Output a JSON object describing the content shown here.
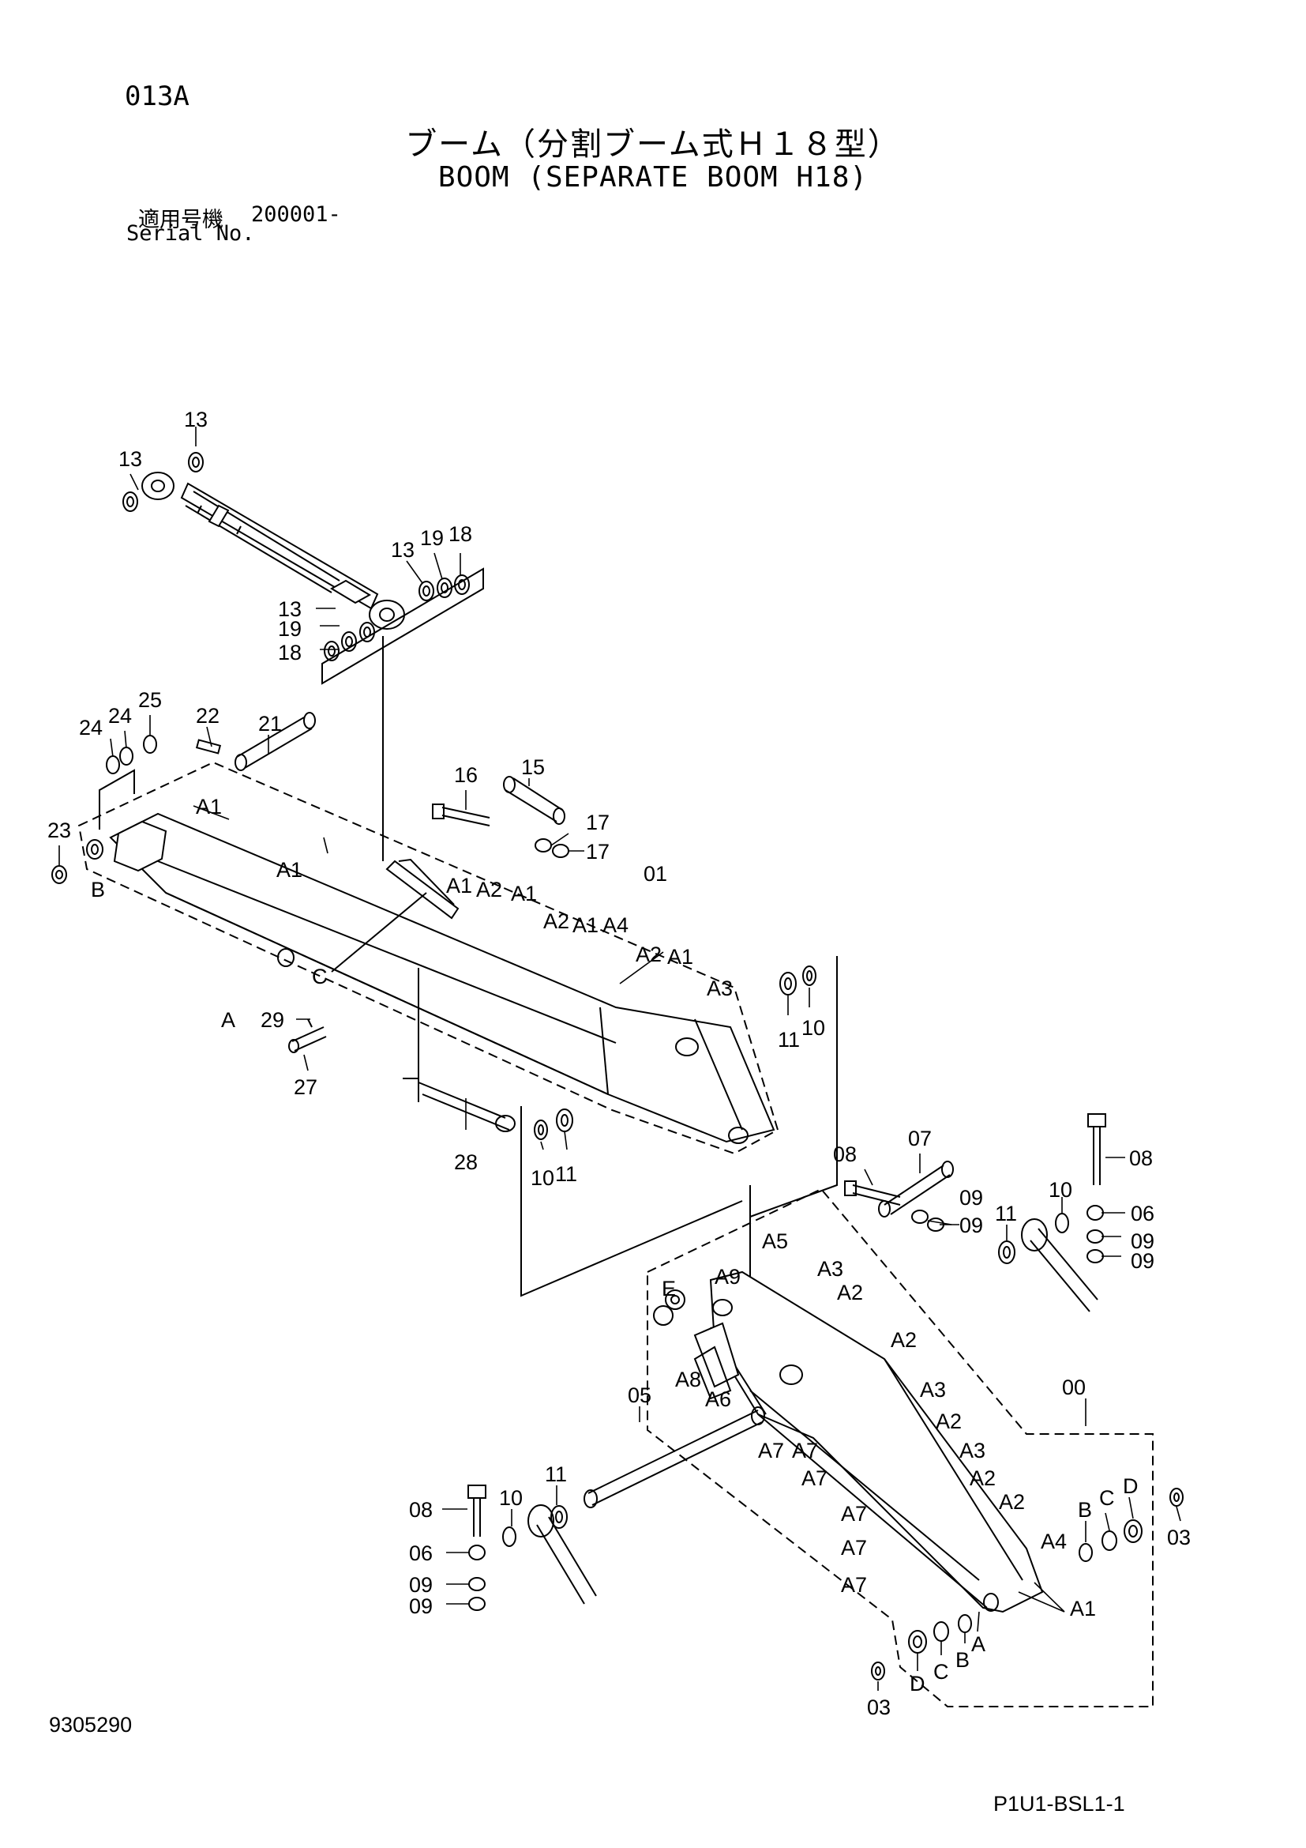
{
  "header": {
    "page_code": "013A",
    "title_jp": "ブーム（分割ブーム式Ｈ１８型）",
    "title_en": "BOOM (SEPARATE BOOM H18)",
    "serial_label_jp": "適用号機",
    "serial_label_en": "Serial No.",
    "serial_value": "200001-"
  },
  "footer": {
    "document_number": "9305290",
    "sheet_reference": "P1U1-BSL1-1"
  },
  "callouts": {
    "n13a": "13",
    "n13b": "13",
    "n13c": "13",
    "n13d": "13",
    "n19a": "19",
    "n18a": "18",
    "n19b": "19",
    "n18b": "18",
    "n21": "21",
    "n22": "22",
    "n24a": "24",
    "n24b": "24",
    "n25": "25",
    "n23": "23",
    "n16": "16",
    "n15": "15",
    "n17a": "17",
    "n17b": "17",
    "n01": "01",
    "n29": "29",
    "n27": "27",
    "n28": "28",
    "n11a": "11",
    "n10a": "10",
    "n10b": "10",
    "n11b": "11",
    "n08a": "08",
    "n07": "07",
    "n08b": "08",
    "n09a": "09",
    "n09b": "09",
    "n10c": "10",
    "n06a": "06",
    "n11c": "11",
    "n09c": "09",
    "n09d": "09",
    "n05": "05",
    "n11d": "11",
    "n10d": "10",
    "n08c": "08",
    "n06b": "06",
    "n09e": "09",
    "n09f": "09",
    "n00": "00",
    "n03a": "03",
    "n03b": "03"
  },
  "letters": {
    "A_1": "A",
    "B_1": "B",
    "C_1": "C",
    "A1_1": "A1",
    "A1_2": "A1",
    "A1_3": "A1",
    "A2_1": "A2",
    "A1_4": "A1",
    "A2_2": "A2",
    "A1_5": "A1",
    "A4_1": "A4",
    "A2_3": "A2",
    "A1_6": "A1",
    "A3_1": "A3",
    "E_1": "E",
    "A9_1": "A9",
    "A5_1": "A5",
    "A3_2": "A3",
    "A2_4": "A2",
    "A8_1": "A8",
    "A6_1": "A6",
    "A2_5": "A2",
    "A3_3": "A3",
    "A2_6": "A2",
    "A7_1": "A7",
    "A7_2": "A7",
    "A7_3": "A7",
    "A3_4": "A3",
    "A2_7": "A2",
    "A7_4": "A7",
    "A2_8": "A2",
    "A7_5": "A7",
    "A4_2": "A4",
    "A7_6": "A7",
    "A1_7": "A1",
    "A_2": "A",
    "B_2": "B",
    "C_2": "C",
    "D_1": "D",
    "D_2": "D",
    "C_3": "C",
    "B_3": "B"
  }
}
